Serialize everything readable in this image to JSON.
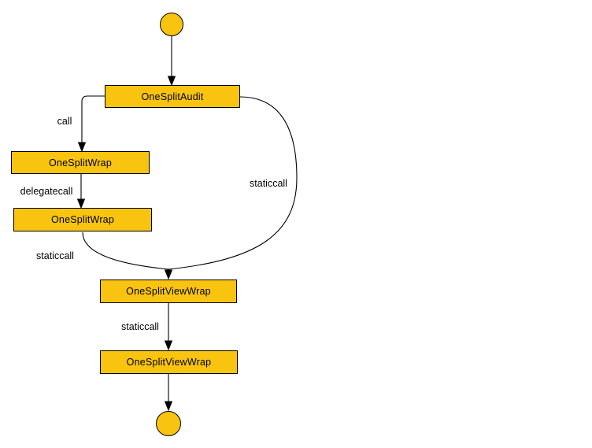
{
  "diagram": {
    "kind": "call-graph-flowchart",
    "background_color": "#ffffff",
    "node_fill_color": "#f8c410",
    "node_border_color": "#000000",
    "edge_color": "#000000",
    "text_color": "#000000",
    "nodes": [
      {
        "id": "start",
        "shape": "circle",
        "label": ""
      },
      {
        "id": "audit",
        "shape": "box",
        "label": "OneSplitAudit"
      },
      {
        "id": "wrap1",
        "shape": "box",
        "label": "OneSplitWrap"
      },
      {
        "id": "wrap2",
        "shape": "box",
        "label": "OneSplitWrap"
      },
      {
        "id": "viewwrap1",
        "shape": "box",
        "label": "OneSplitViewWrap"
      },
      {
        "id": "viewwrap2",
        "shape": "box",
        "label": "OneSplitViewWrap"
      },
      {
        "id": "end",
        "shape": "circle",
        "label": ""
      }
    ],
    "edges": [
      {
        "from": "start",
        "to": "audit",
        "label": ""
      },
      {
        "from": "audit",
        "to": "wrap1",
        "label": "call"
      },
      {
        "from": "wrap1",
        "to": "wrap2",
        "label": "delegatecall"
      },
      {
        "from": "wrap2",
        "to": "viewwrap1",
        "label": "staticcall"
      },
      {
        "from": "audit",
        "to": "viewwrap1",
        "label": "staticcall"
      },
      {
        "from": "viewwrap1",
        "to": "viewwrap2",
        "label": "staticcall"
      },
      {
        "from": "viewwrap2",
        "to": "end",
        "label": ""
      }
    ]
  }
}
